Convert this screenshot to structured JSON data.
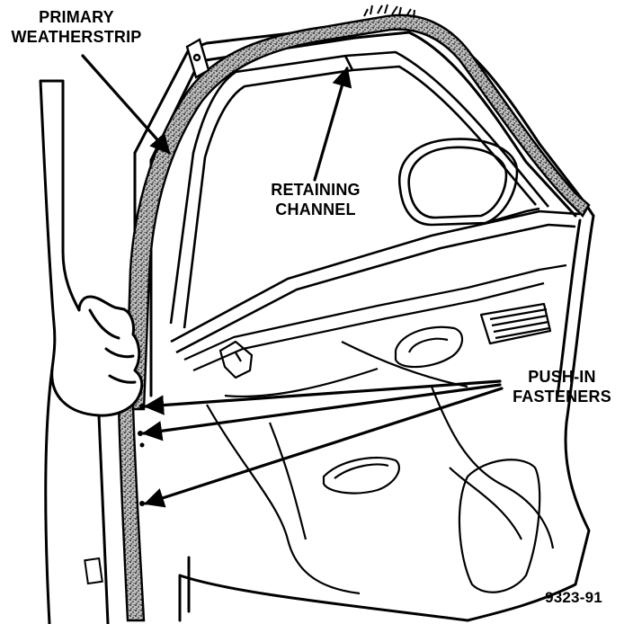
{
  "labels": {
    "primary_line1": "PRIMARY",
    "primary_line2": "WEATHERSTRIP",
    "retaining_line1": "RETAINING",
    "retaining_line2": "CHANNEL",
    "pushin_line1": "PUSH-IN",
    "pushin_line2": "FASTENERS",
    "figure_number": "9323-91"
  },
  "colors": {
    "line": "#000000",
    "background": "#ffffff",
    "weatherstrip_fill": "#9a9a9a"
  }
}
